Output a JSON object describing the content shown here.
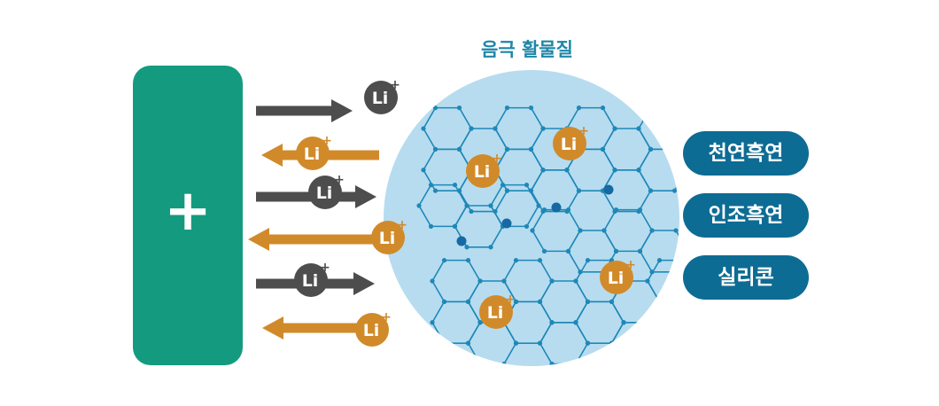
{
  "title": "음극 활물질",
  "cathode_symbol": "+",
  "ion_label": "Li",
  "ion_charge": "+",
  "materials": [
    "천연흑연",
    "인조흑연",
    "실리콘"
  ],
  "colors": {
    "cathode": "#149b7f",
    "anode_particle": "#b7dcef",
    "lattice": "#1e88b8",
    "ion_incoming": "#4d4d4d",
    "ion_outgoing": "#d18a2a",
    "material_badge": "#0d6c94",
    "title": "#1f86a8"
  }
}
